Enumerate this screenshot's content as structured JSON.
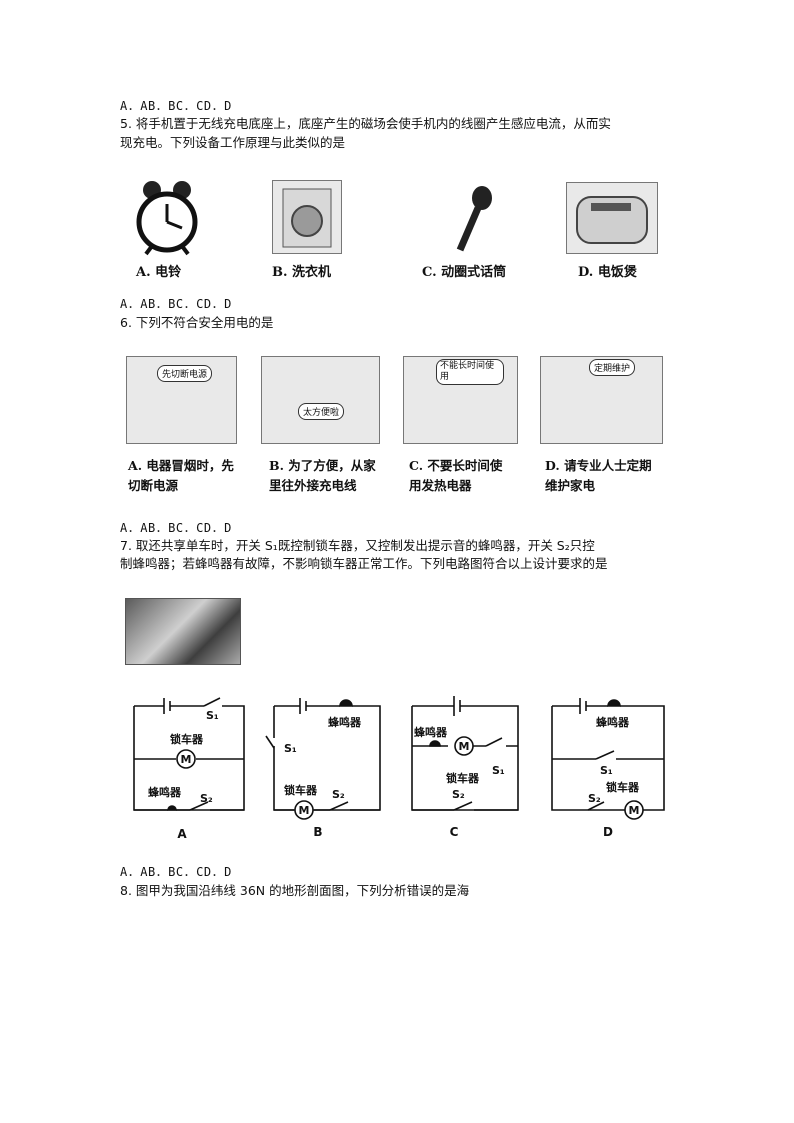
{
  "q4_opts": "A．AB．BC．CD．D",
  "q5": {
    "line1": "5.  将手机置于无线充电底座上，底座产生的磁场会使手机内的线圈产生感应电流，从而实",
    "line2": "现充电。下列设备工作原理与此类似的是",
    "caps": [
      "A. 电铃",
      "B. 洗衣机",
      "C. 动圈式话筒",
      "D. 电饭煲"
    ],
    "opts": "A．AB．BC．CD．D"
  },
  "q6": {
    "line1": "6.  下列不符合安全用电的是",
    "bubbles": [
      "先切断电源",
      "太方便啦",
      "不能长时间使用",
      "定期维护"
    ],
    "caps": [
      [
        "A. 电器冒烟时，先",
        "切断电源"
      ],
      [
        "B. 为了方便，从家",
        "里往外接充电线"
      ],
      [
        "C. 不要长时间使",
        "用发热电器"
      ],
      [
        "D. 请专业人士定期",
        "维护家电"
      ]
    ],
    "opts": "A．AB．BC．CD．D"
  },
  "q7": {
    "line1": "7.    取还共享单车时，开关 S₁既控制锁车器，又控制发出提示音的蜂鸣器，开关 S₂只控",
    "line2": "制蜂鸣器；若蜂鸣器有故障，不影响锁车器正常工作。下列电路图符合以上设计要求的是",
    "circuit_labels": {
      "motor_letter": "M",
      "s1": "S₁",
      "s2": "S₂",
      "lock": "锁车器",
      "buzzer": "蜂鸣器",
      "diagram_letters": [
        "A",
        "B",
        "C",
        "D"
      ]
    },
    "opts": "A．AB．BC．CD．D"
  },
  "q8": {
    "line1": "8.    图甲为我国沿纬线 36N 的地形剖面图，下列分析错误的是海"
  }
}
